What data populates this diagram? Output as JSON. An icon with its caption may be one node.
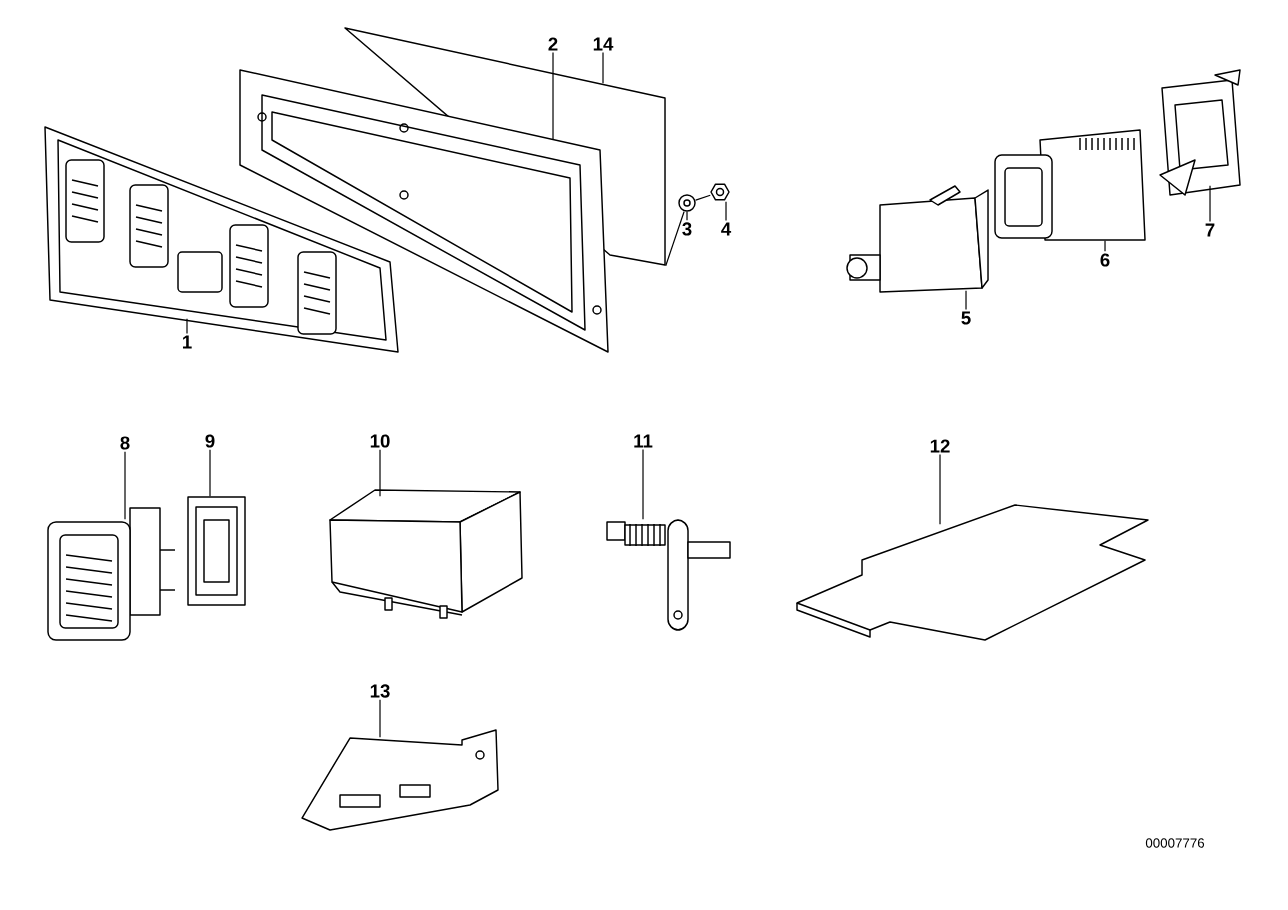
{
  "diagram": {
    "nodes": [
      {
        "text": [
          "1"
        ]
      },
      {
        "text": [],
        "shape": "picture"
      },
      {
        "text": [
          "2"
        ]
      },
      {
        "text": [],
        "shape": "picture"
      },
      {
        "text": [
          "3"
        ]
      },
      {
        "text": [],
        "shape": "picture"
      },
      {
        "text": [
          "4"
        ]
      },
      {
        "text": [],
        "shape": "picture"
      },
      {
        "text": [
          "5"
        ]
      },
      {
        "text": [],
        "shape": "picture"
      },
      {
        "text": [
          "6"
        ]
      },
      {
        "text": [],
        "shape": "picture"
      },
      {
        "text": [
          "7"
        ]
      },
      {
        "text": [],
        "shape": "picture"
      },
      {
        "text": [
          "8"
        ]
      },
      {
        "text": [],
        "shape": "picture"
      },
      {
        "text": [
          "9"
        ]
      },
      {
        "text": [],
        "shape": "picture"
      },
      {
        "text": [
          "10"
        ]
      },
      {
        "text": [],
        "shape": "picture"
      },
      {
        "text": [
          "11"
        ]
      },
      {
        "text": [],
        "shape": "picture"
      },
      {
        "text": [
          "12"
        ]
      },
      {
        "text": [],
        "shape": "picture"
      },
      {
        "text": [
          "13"
        ]
      },
      {
        "text": [],
        "shape": "picture"
      },
      {
        "text": [
          "14"
        ]
      },
      {
        "text": [],
        "shape": "picture"
      }
    ],
    "edges": [
      {
        "from": 0,
        "to": 1,
        "arrow": "none"
      },
      {
        "from": 2,
        "to": 3,
        "arrow": "none"
      },
      {
        "from": 4,
        "to": 5,
        "arrow": "none"
      },
      {
        "from": 6,
        "to": 7,
        "arrow": "none"
      },
      {
        "from": 8,
        "to": 9,
        "arrow": "none"
      },
      {
        "from": 10,
        "to": 11,
        "arrow": "none"
      },
      {
        "from": 12,
        "to": 13,
        "arrow": "none"
      },
      {
        "from": 14,
        "to": 15,
        "arrow": "none"
      },
      {
        "from": 16,
        "to": 17,
        "arrow": "none"
      },
      {
        "from": 18,
        "to": 19,
        "arrow": "none"
      },
      {
        "from": 20,
        "to": 21,
        "arrow": "none"
      },
      {
        "from": 22,
        "to": 23,
        "arrow": "none"
      },
      {
        "from": 24,
        "to": 25,
        "arrow": "none"
      },
      {
        "from": 26,
        "to": 27,
        "arrow": "none"
      },
      {
        "from": 27,
        "to": 5,
        "arrow": "none"
      },
      {
        "from": 5,
        "to": 7,
        "arrow": "none"
      }
    ],
    "labels": [
      "00007776"
    ]
  }
}
